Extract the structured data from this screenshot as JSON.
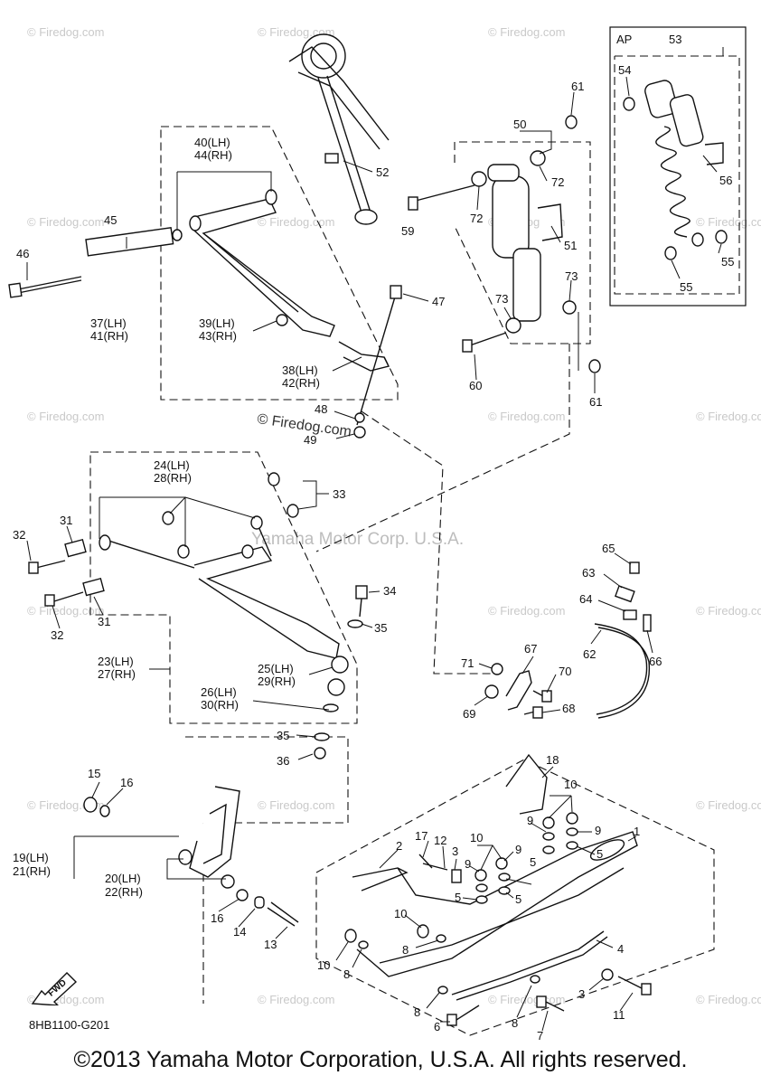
{
  "callouts": [
    {
      "id": "c61a",
      "text": "61"
    },
    {
      "id": "c50",
      "text": "50"
    },
    {
      "id": "c72a",
      "text": "72"
    },
    {
      "id": "c72b",
      "text": "72"
    },
    {
      "id": "c52",
      "text": "52"
    },
    {
      "id": "c59",
      "text": "59"
    },
    {
      "id": "c51",
      "text": "51"
    },
    {
      "id": "c73a",
      "text": "73"
    },
    {
      "id": "c73b",
      "text": "73"
    },
    {
      "id": "c60",
      "text": "60"
    },
    {
      "id": "c61b",
      "text": "61"
    },
    {
      "id": "c40",
      "text": "40(LH)"
    },
    {
      "id": "c44",
      "text": "44(RH)"
    },
    {
      "id": "c45",
      "text": "45"
    },
    {
      "id": "c46",
      "text": "46"
    },
    {
      "id": "c47",
      "text": "47"
    },
    {
      "id": "c37",
      "text": "37(LH)"
    },
    {
      "id": "c41",
      "text": "41(RH)"
    },
    {
      "id": "c39",
      "text": "39(LH)"
    },
    {
      "id": "c43",
      "text": "43(RH)"
    },
    {
      "id": "c38",
      "text": "38(LH)"
    },
    {
      "id": "c42",
      "text": "42(RH)"
    },
    {
      "id": "c48",
      "text": "48"
    },
    {
      "id": "c49",
      "text": "49"
    },
    {
      "id": "c24",
      "text": "24(LH)"
    },
    {
      "id": "c28",
      "text": "28(RH)"
    },
    {
      "id": "c33",
      "text": "33"
    },
    {
      "id": "c31a",
      "text": "31"
    },
    {
      "id": "c32a",
      "text": "32"
    },
    {
      "id": "c31b",
      "text": "31"
    },
    {
      "id": "c32b",
      "text": "32"
    },
    {
      "id": "c34",
      "text": "34"
    },
    {
      "id": "c35a",
      "text": "35"
    },
    {
      "id": "c23",
      "text": "23(LH)"
    },
    {
      "id": "c27",
      "text": "27(RH)"
    },
    {
      "id": "c25",
      "text": "25(LH)"
    },
    {
      "id": "c29",
      "text": "29(RH)"
    },
    {
      "id": "c26",
      "text": "26(LH)"
    },
    {
      "id": "c30",
      "text": "30(RH)"
    },
    {
      "id": "c35b",
      "text": "35"
    },
    {
      "id": "c36",
      "text": "36"
    },
    {
      "id": "cAP",
      "text": "AP"
    },
    {
      "id": "c53",
      "text": "53"
    },
    {
      "id": "c54",
      "text": "54"
    },
    {
      "id": "c56",
      "text": "56"
    },
    {
      "id": "c55a",
      "text": "55"
    },
    {
      "id": "c55b",
      "text": "55"
    },
    {
      "id": "c65",
      "text": "65"
    },
    {
      "id": "c63",
      "text": "63"
    },
    {
      "id": "c64",
      "text": "64"
    },
    {
      "id": "c62",
      "text": "62"
    },
    {
      "id": "c66",
      "text": "66"
    },
    {
      "id": "c71",
      "text": "71"
    },
    {
      "id": "c67",
      "text": "67"
    },
    {
      "id": "c70",
      "text": "70"
    },
    {
      "id": "c69",
      "text": "69"
    },
    {
      "id": "c68",
      "text": "68"
    },
    {
      "id": "c15",
      "text": "15"
    },
    {
      "id": "c16a",
      "text": "16"
    },
    {
      "id": "c19",
      "text": "19(LH)"
    },
    {
      "id": "c21",
      "text": "21(RH)"
    },
    {
      "id": "c20",
      "text": "20(LH)"
    },
    {
      "id": "c22",
      "text": "22(RH)"
    },
    {
      "id": "c16b",
      "text": "16"
    },
    {
      "id": "c14",
      "text": "14"
    },
    {
      "id": "c13",
      "text": "13"
    },
    {
      "id": "c18",
      "text": "18"
    },
    {
      "id": "c10a",
      "text": "10"
    },
    {
      "id": "c9a",
      "text": "9"
    },
    {
      "id": "c9b",
      "text": "9"
    },
    {
      "id": "c5a",
      "text": "5"
    },
    {
      "id": "c1",
      "text": "1"
    },
    {
      "id": "c17",
      "text": "17"
    },
    {
      "id": "c12",
      "text": "12"
    },
    {
      "id": "c2",
      "text": "2"
    },
    {
      "id": "c3a",
      "text": "3"
    },
    {
      "id": "c10b",
      "text": "10"
    },
    {
      "id": "c9c",
      "text": "9"
    },
    {
      "id": "c9d",
      "text": "9"
    },
    {
      "id": "c5b",
      "text": "5"
    },
    {
      "id": "c5c",
      "text": "5"
    },
    {
      "id": "c5d",
      "text": "5"
    },
    {
      "id": "c10c",
      "text": "10"
    },
    {
      "id": "c8a",
      "text": "8"
    },
    {
      "id": "c10d",
      "text": "10"
    },
    {
      "id": "c8b",
      "text": "8"
    },
    {
      "id": "c4",
      "text": "4"
    },
    {
      "id": "c3b",
      "text": "3"
    },
    {
      "id": "c11",
      "text": "11"
    },
    {
      "id": "c8c",
      "text": "8"
    },
    {
      "id": "c6",
      "text": "6"
    },
    {
      "id": "c8d",
      "text": "8"
    },
    {
      "id": "c7",
      "text": "7"
    }
  ],
  "watermarks": {
    "site": "© Firedog.com",
    "center_site": "© Firedog.com",
    "maker": "Yamaha Motor Corp. U.S.A."
  },
  "fwd_label": "FWD",
  "reference_code": "8HB1100-G201",
  "footer": "©2013 Yamaha Motor Corporation, U.S.A. All rights reserved."
}
